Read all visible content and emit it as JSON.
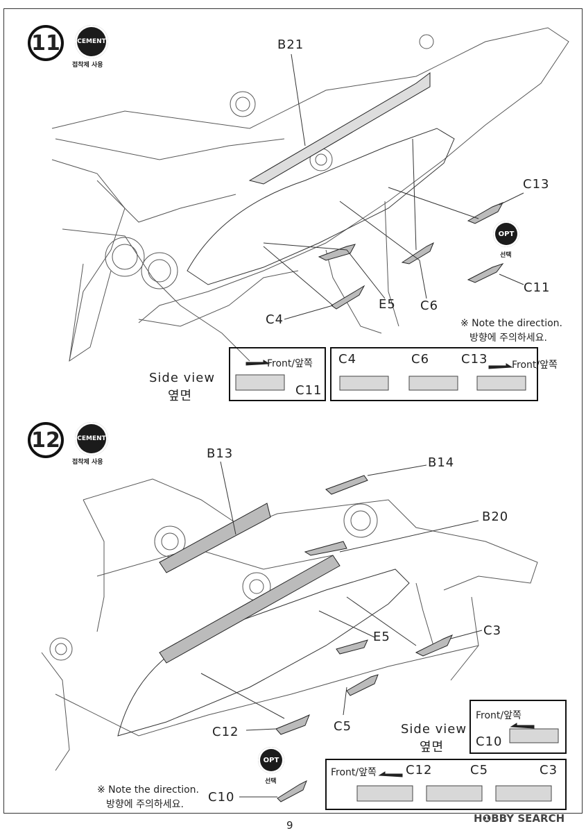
{
  "step11": {
    "number": "11",
    "cement_badge": "CEMENT",
    "cement_caption": "접착제 사용",
    "parts": {
      "b21": "B21",
      "c13": "C13",
      "c11": "C11",
      "c6": "C6",
      "e5": "E5",
      "c4": "C4"
    },
    "opt_badge": "OPT",
    "opt_caption": "선택",
    "note_en": "※ Note the direction.",
    "note_ko": "방향에 주의하세요.",
    "side_view_en": "Side view",
    "side_view_ko": "옆면",
    "front_label": "Front/앞쪽",
    "box1_part": "C11",
    "box2_parts": {
      "c4": "C4",
      "c6": "C6",
      "c13": "C13"
    },
    "box2_front": "Front/앞쪽"
  },
  "step12": {
    "number": "12",
    "cement_badge": "CEMENT",
    "cement_caption": "접착제 사용",
    "parts": {
      "b13": "B13",
      "b14": "B14",
      "b20": "B20",
      "c3": "C3",
      "e5": "E5",
      "c5": "C5",
      "c12": "C12",
      "c10": "C10"
    },
    "opt_badge": "OPT",
    "opt_caption": "선택",
    "note_en": "※ Note the direction.",
    "note_ko": "방향에 주의하세요.",
    "side_view_en": "Side view",
    "side_view_ko": "옆면",
    "box1_front": "Front/앞쪽",
    "box1_part": "C10",
    "box2_front": "Front/앞쪽",
    "box2_parts": {
      "c12": "C12",
      "c5": "C5",
      "c3": "C3"
    }
  },
  "page_number": "9",
  "watermark": "H❶BBY SEARCH"
}
